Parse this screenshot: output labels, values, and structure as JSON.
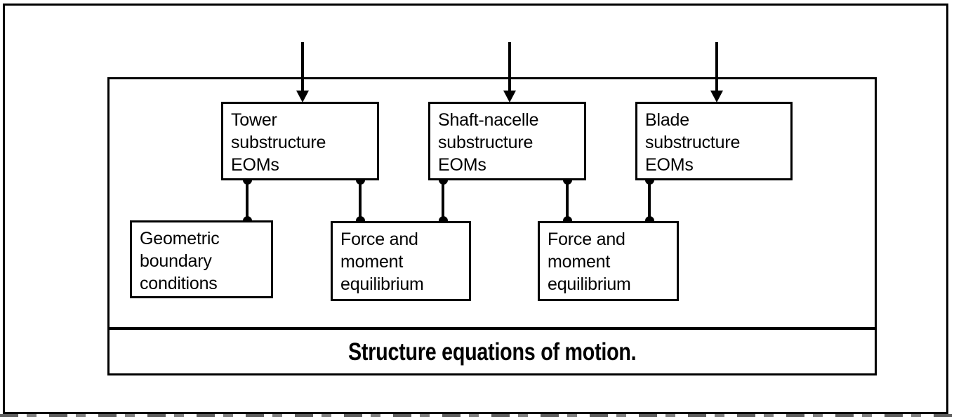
{
  "figure": {
    "title": "Structure equations of motion.",
    "caption": "Structure equations of motion.",
    "colors": {
      "line": "#000000",
      "background": "#ffffff"
    }
  },
  "blocks": {
    "tower": {
      "id": "tower-substructure-eoms",
      "label": "Tower\nsubstructure\nEOMs",
      "lines": [
        "Tower",
        "substructure",
        "EOMs"
      ]
    },
    "shaft_nacelle": {
      "id": "shaft-nacelle-substructure-eoms",
      "label": "Shaft-nacelle\nsubstructure\nEOMs",
      "lines": [
        "Shaft-nacelle",
        "substructure",
        "EOMs"
      ]
    },
    "blade": {
      "id": "blade-substructure-eoms",
      "label": "Blade\nsubstructure\nEOMs",
      "lines": [
        "Blade",
        "substructure",
        "EOMs"
      ]
    },
    "geometric_bc": {
      "id": "geometric-boundary-conditions",
      "label": "Geometric\nboundary\nconditions",
      "lines": [
        "Geometric",
        "boundary",
        "conditions"
      ]
    },
    "force_moment_1": {
      "id": "force-and-moment-equilibrium-1",
      "label": "Force and\nmoment\nequilibrium",
      "lines": [
        "Force and",
        "moment",
        "equilibrium"
      ]
    },
    "force_moment_2": {
      "id": "force-and-moment-equilibrium-2",
      "label": "Force and\nmoment\nequilibrium",
      "lines": [
        "Force and",
        "moment",
        "equilibrium"
      ]
    }
  },
  "arrows": [
    {
      "name": "input-arrow-tower",
      "target": "tower"
    },
    {
      "name": "input-arrow-shaft-nacelle",
      "target": "shaft_nacelle"
    },
    {
      "name": "input-arrow-blade",
      "target": "blade"
    }
  ],
  "connectors": [
    {
      "name": "tower-to-geometric-boundary-conditions",
      "from": "tower",
      "to": "geometric_bc"
    },
    {
      "name": "tower-to-force-moment-1",
      "from": "tower",
      "to": "force_moment_1"
    },
    {
      "name": "shaft-nacelle-to-force-moment-1",
      "from": "shaft_nacelle",
      "to": "force_moment_1"
    },
    {
      "name": "shaft-nacelle-to-force-moment-2",
      "from": "shaft_nacelle",
      "to": "force_moment_2"
    },
    {
      "name": "blade-to-force-moment-2",
      "from": "blade",
      "to": "force_moment_2"
    }
  ]
}
